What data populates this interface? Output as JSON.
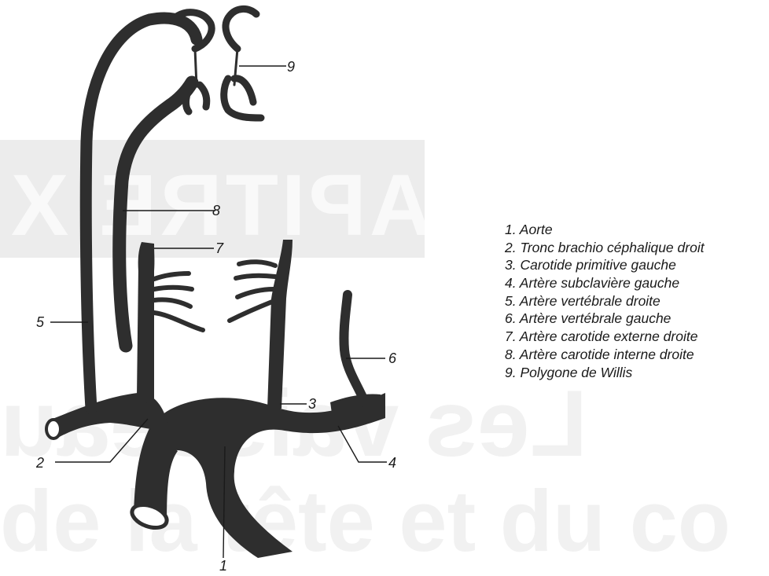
{
  "background_watermark": {
    "band_text": "CHAPITRE X",
    "line1": "Les vaisseau",
    "line2": "de la tête et du co"
  },
  "diagram": {
    "callouts": [
      {
        "number": "1"
      },
      {
        "number": "2"
      },
      {
        "number": "3"
      },
      {
        "number": "4"
      },
      {
        "number": "5"
      },
      {
        "number": "6"
      },
      {
        "number": "7"
      },
      {
        "number": "8"
      },
      {
        "number": "9"
      }
    ],
    "vessel_color": "#2e2e2e",
    "line_color": "#1a1a1a"
  },
  "legend": {
    "items": [
      "1. Aorte",
      "2. Tronc brachio céphalique droit",
      "3. Carotide primitive gauche",
      "4. Artère subclavière gauche",
      "5. Artère vertébrale droite",
      "6. Artère vertébrale gauche",
      "7. Artère carotide externe droite",
      "8. Artère carotide interne droite",
      "9. Polygone de Willis"
    ]
  }
}
